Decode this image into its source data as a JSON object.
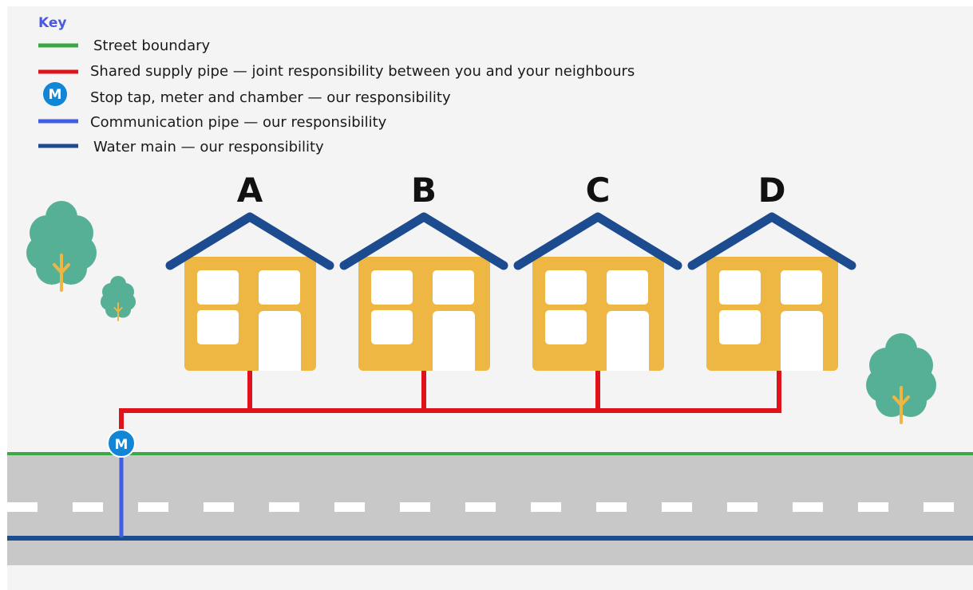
{
  "key": {
    "title": "Key",
    "items": [
      {
        "id": "street-boundary",
        "label": "Street boundary",
        "color": "#3aa845",
        "symbol": "line"
      },
      {
        "id": "shared-supply-pipe",
        "label": "Shared supply pipe — joint responsibility between you and your neighbours",
        "color": "#e0121b",
        "symbol": "line"
      },
      {
        "id": "stop-tap",
        "label": "Stop tap, meter and chamber — our responsibility",
        "color": "#1185d6",
        "symbol": "meter",
        "symbol_text": "M"
      },
      {
        "id": "communication-pipe",
        "label": "Communication pipe — our responsibility",
        "color": "#3f5ee6",
        "symbol": "line"
      },
      {
        "id": "water-main",
        "label": "Water main — our responsibility",
        "color": "#1d4b8f",
        "symbol": "line"
      }
    ]
  },
  "houses": [
    {
      "letter": "A"
    },
    {
      "letter": "B"
    },
    {
      "letter": "C"
    },
    {
      "letter": "D"
    }
  ],
  "meter": {
    "symbol_text": "M"
  },
  "colors": {
    "background": "#f4f4f4",
    "road": "#c8c8c8",
    "road_markings": "#ffffff",
    "house_body": "#eeb642",
    "roof": "#1d4b8f",
    "tree_foliage": "#56b096",
    "tree_trunk": "#eeb642",
    "key_title": "#4a5ae0"
  }
}
